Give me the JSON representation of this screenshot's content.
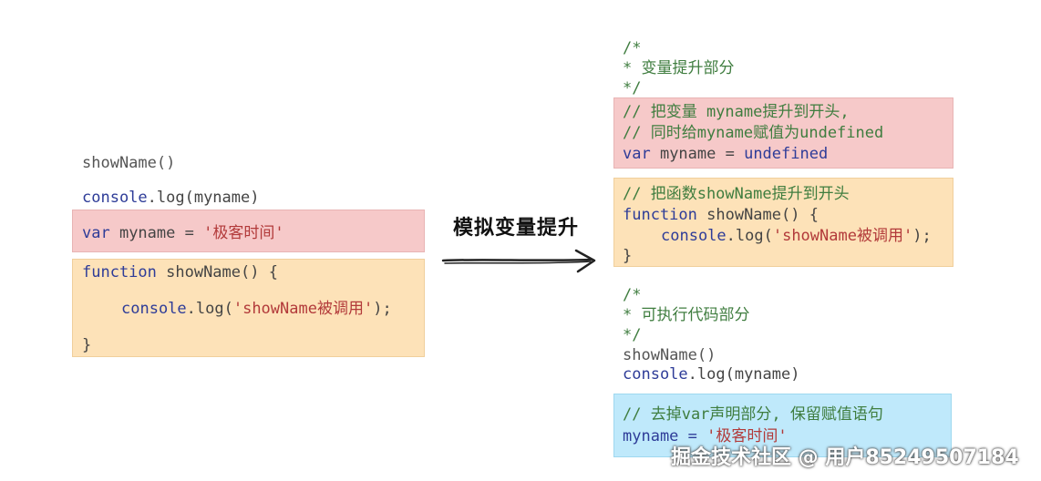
{
  "left": {
    "line1": "showName()",
    "line2_obj": "console",
    "line2_rest": ".log(myname)",
    "var_kw": "var",
    "var_rest": " myname = ",
    "var_str": "'极客时间'",
    "func_kw": "function",
    "func_rest": " showName() {",
    "body_obj": "console",
    "body_call": ".log(",
    "body_str": "'showName被调用'",
    "body_end": ");",
    "close": "}"
  },
  "arrow": {
    "label": "模拟变量提升"
  },
  "right": {
    "c1_open": "/*",
    "c1_text": "* 变量提升部分",
    "c1_close": "*/",
    "pink_c1": "// 把变量 myname提升到开头,",
    "pink_c2": "// 同时给myname赋值为undefined",
    "pink_var_kw": "var",
    "pink_var_rest": " myname = ",
    "pink_undef": "undefined",
    "orange_c": "// 把函数showName提升到开头",
    "orange_func_kw": "function",
    "orange_func_rest": " showName() {",
    "orange_body_obj": "console",
    "orange_body_call": ".log(",
    "orange_body_str": "'showName被调用'",
    "orange_body_end": ");",
    "orange_close": "}",
    "c2_open": "/*",
    "c2_text": "* 可执行代码部分",
    "c2_close": "*/",
    "exec1": "showName()",
    "exec2_obj": "console",
    "exec2_rest": ".log(myname)",
    "blue_c": "// 去掉var声明部分, 保留赋值语句",
    "blue_assign": "myname = ",
    "blue_str": "'极客时间'"
  },
  "watermark": "掘金技术社区 @ 用户85249507184"
}
